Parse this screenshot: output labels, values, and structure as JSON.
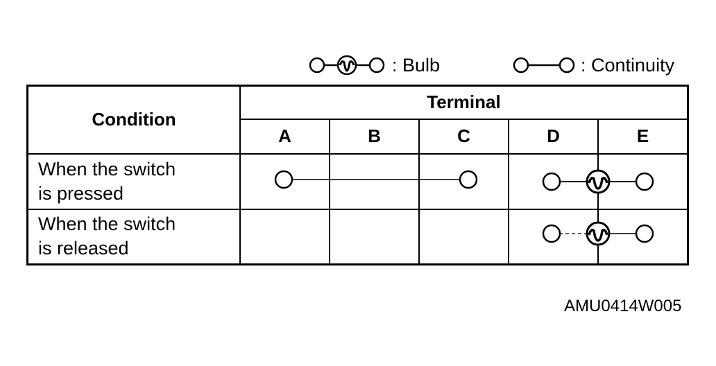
{
  "legend": {
    "bulb": {
      "icon": "bulb-symbol-icon",
      "label": ": Bulb"
    },
    "continuity": {
      "icon": "continuity-symbol-icon",
      "label": ": Continuity"
    }
  },
  "table": {
    "condition_header": "Condition",
    "terminal_header": "Terminal",
    "terminals": [
      "A",
      "B",
      "C",
      "D",
      "E"
    ],
    "rows": [
      {
        "condition_line1": "When the switch",
        "condition_line2": "is pressed",
        "connections": [
          {
            "type": "continuity",
            "from": "A",
            "to": "C"
          },
          {
            "type": "bulb",
            "from": "D",
            "to": "E"
          }
        ]
      },
      {
        "condition_line1": "When the switch",
        "condition_line2": "is released",
        "connections": [
          {
            "type": "bulb",
            "from": "D",
            "to": "E"
          }
        ]
      }
    ]
  },
  "figure_code": "AMU0414W005"
}
